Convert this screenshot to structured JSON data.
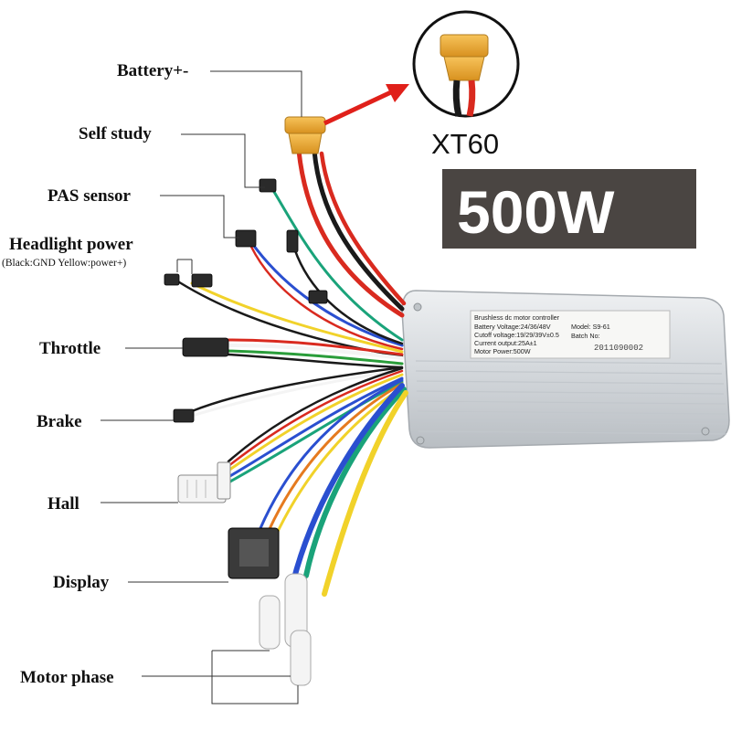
{
  "labels": {
    "battery": "Battery+-",
    "self_study": "Self study",
    "pas_sensor": "PAS sensor",
    "headlight_power": "Headlight power",
    "headlight_note": "(Black:GND Yellow:power+)",
    "throttle": "Throttle",
    "brake": "Brake",
    "hall": "Hall",
    "display": "Display",
    "motor_phase": "Motor phase"
  },
  "connector_callout": {
    "name": "XT60"
  },
  "power_badge": {
    "text": "500W",
    "bg_color": "#4a4542"
  },
  "controller_plate": {
    "title": "Brushless dc motor controller",
    "battery_voltage": "Battery Voltage:24/36/48V",
    "cutoff_voltage": "Cutoff voltage:19/29/39V±0.5",
    "current_output": "Current output:25A±1",
    "motor_power": "Motor Power:500W",
    "model": "Model: S9-61",
    "batch_label": "Batch No:",
    "batch_number": "2011090002"
  },
  "colors": {
    "arrow": "#e0201a",
    "connector_yellow": "#f2b23a",
    "wire_red": "#d92a1f",
    "wire_black": "#1a1a1a",
    "wire_yellow": "#f1d22a",
    "wire_green": "#1aa37a",
    "wire_blue": "#2a4fd0",
    "wire_white": "#f4f4f4",
    "controller_body": "#d9dde0"
  },
  "icons": [
    "xt60-connector-icon",
    "red-arrow-icon",
    "jst-connector-icon"
  ]
}
